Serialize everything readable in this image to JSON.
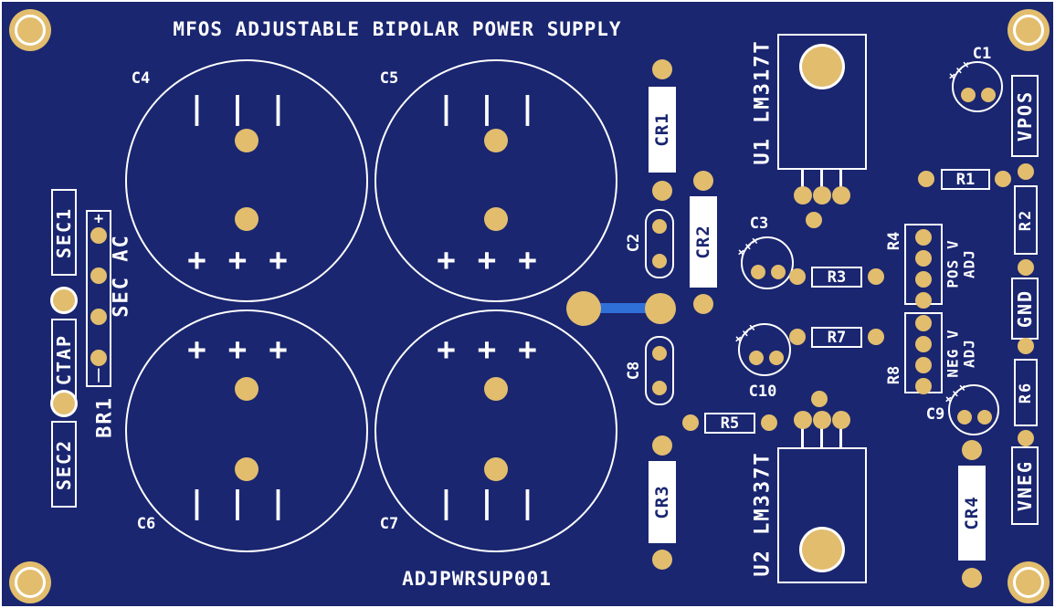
{
  "silkscreen": {
    "title": "MFOS ADJUSTABLE BIPOLAR POWER SUPPLY",
    "board_id": "ADJPWRSUP001"
  },
  "refs": {
    "c1": "C1",
    "c2": "C2",
    "c3": "C3",
    "c4": "C4",
    "c5": "C5",
    "c6": "C6",
    "c7": "C7",
    "c8": "C8",
    "c9": "C9",
    "c10": "C10",
    "cr1": "CR1",
    "cr2": "CR2",
    "cr3": "CR3",
    "cr4": "CR4",
    "r1": "R1",
    "r2": "R2",
    "r3": "R3",
    "r4": "R4",
    "r5": "R5",
    "r6": "R6",
    "r7": "R7",
    "r8": "R8",
    "u1": "U1 LM317T",
    "u2": "U2 LM337T",
    "br1": "BR1"
  },
  "nets": {
    "sec1": "SEC1",
    "ctap": "CTAP",
    "sec2": "SEC2",
    "sec_ac": "SEC AC",
    "vpos": "VPOS",
    "gnd": "GND",
    "vneg": "VNEG",
    "pos_v": "POS V",
    "neg_v": "NEG V",
    "adj": "ADJ"
  },
  "marks": {
    "plus3": "+++",
    "bar3": "|||",
    "plus": "+",
    "bar": "|"
  },
  "colors": {
    "background": "#1a2670",
    "silkscreen": "#ffffff",
    "pad": "#e2bd6e",
    "trace": "#2f6fd8"
  }
}
